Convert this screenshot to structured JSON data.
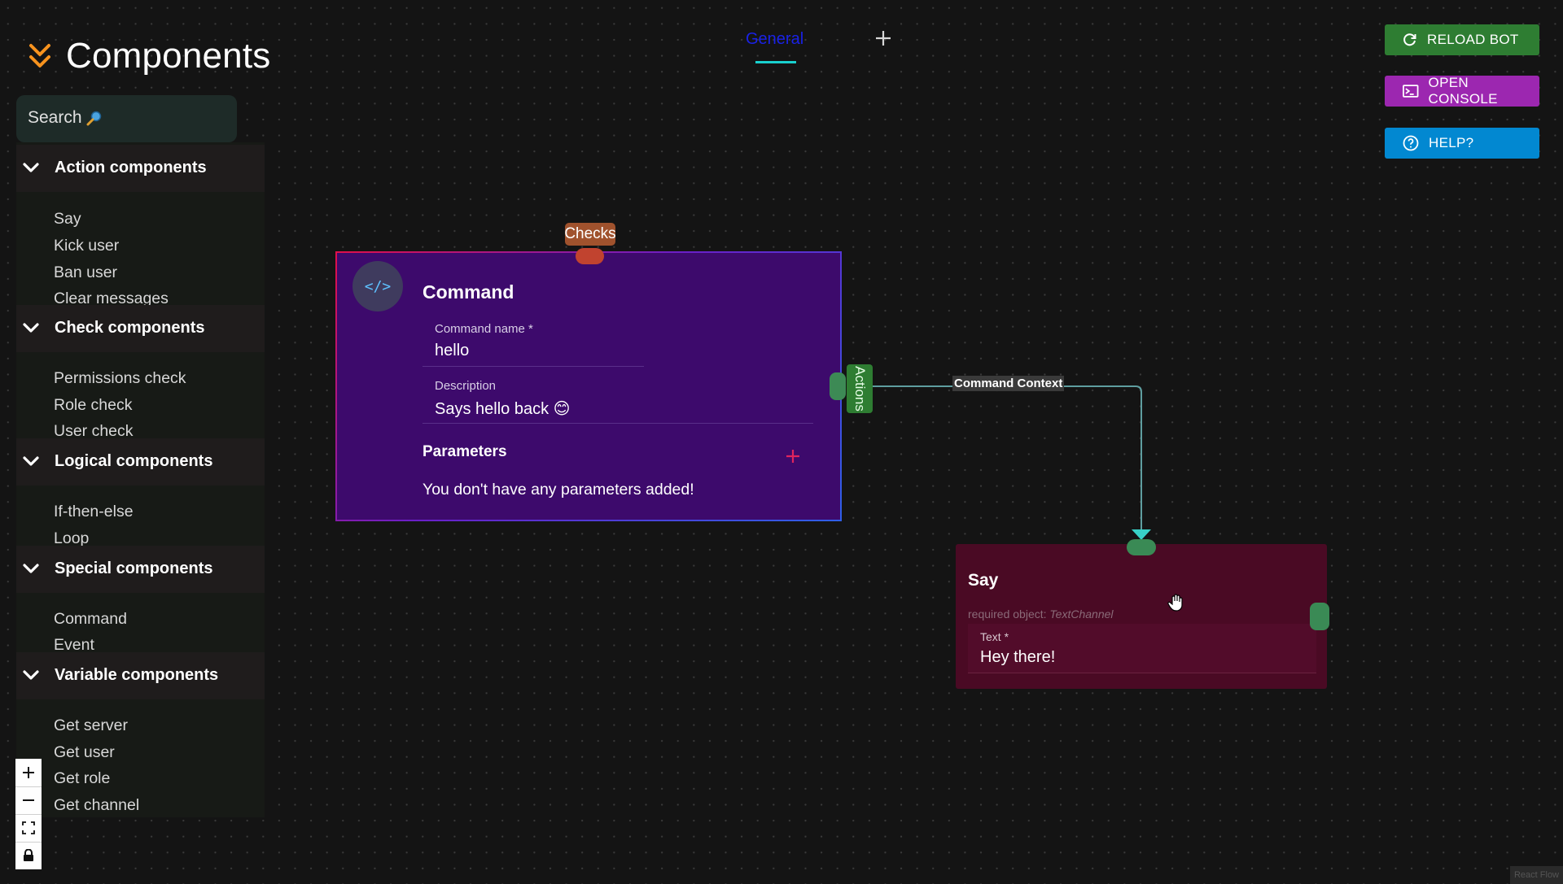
{
  "sidebar": {
    "title": "Components",
    "search_label": "Search",
    "categories": [
      {
        "label": "Action components",
        "items": [
          "Say",
          "Kick user",
          "Ban user",
          "Clear messages"
        ]
      },
      {
        "label": "Check components",
        "items": [
          "Permissions check",
          "Role check",
          "User check"
        ]
      },
      {
        "label": "Logical components",
        "items": [
          "If-then-else",
          "Loop"
        ]
      },
      {
        "label": "Special components",
        "items": [
          "Command",
          "Event"
        ]
      },
      {
        "label": "Variable components",
        "items": [
          "Get server",
          "Get user",
          "Get role",
          "Get channel"
        ]
      }
    ]
  },
  "tabs": {
    "active": "General"
  },
  "buttons": {
    "reload": "RELOAD BOT",
    "console": "OPEN CONSOLE",
    "help": "HELP?"
  },
  "command_node": {
    "checks_label": "Checks",
    "icon_text": "</>",
    "title": "Command",
    "name_label": "Command name *",
    "name_value": "hello",
    "description_label": "Description",
    "description_value": "Says hello back 😊",
    "parameters_title": "Parameters",
    "parameters_empty": "You don't have any parameters added!",
    "actions_label": "Actions"
  },
  "edge": {
    "label": "Command Context"
  },
  "say_node": {
    "title": "Say",
    "required_prefix": "required object: ",
    "required_type": "TextChannel",
    "text_label": "Text *",
    "text_value": "Hey there!"
  },
  "attribution": "React Flow",
  "colors": {
    "canvas": "#141414",
    "accent_orange": "#f7931e",
    "reload": "#2e7d32",
    "console": "#9c27b0",
    "help": "#0288d1",
    "command_node": "#3d0a6c",
    "say_node": "#4a0a24",
    "handle_green": "#3d8a55",
    "edge": "#5f9ea0"
  }
}
